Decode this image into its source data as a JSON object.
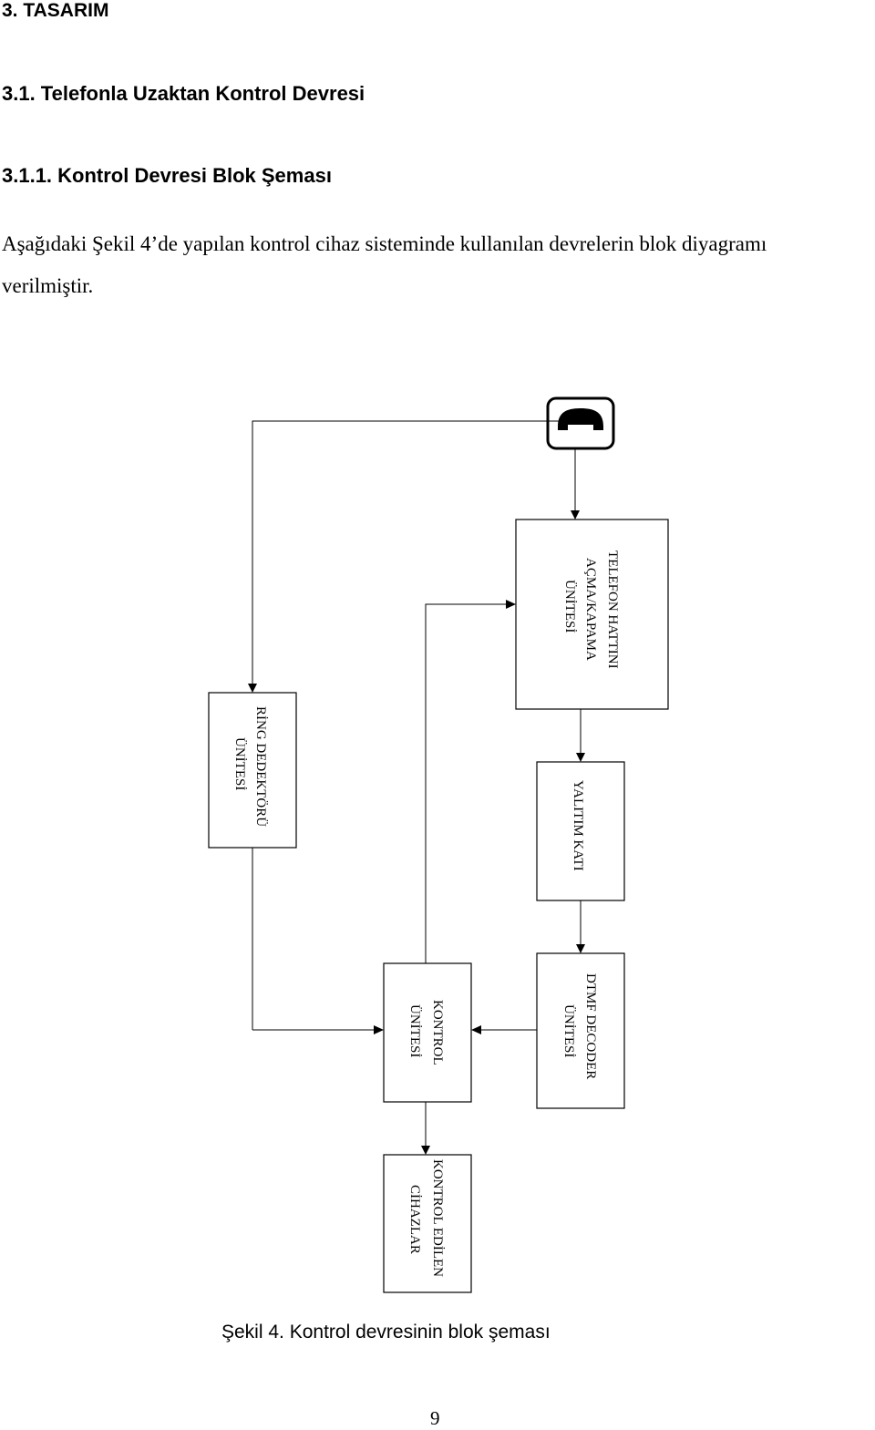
{
  "document": {
    "heading": "3. TASARIM",
    "section": "3.1. Telefonla Uzaktan Kontrol Devresi",
    "subsection": "3.1.1. Kontrol Devresi Blok Şeması",
    "paragraph_line1": "Aşağıdaki Şekil 4’de yapılan kontrol cihaz sisteminde kullanılan devrelerin blok diyagramı",
    "paragraph_line2": "verilmiştir.",
    "caption": "Şekil 4. Kontrol devresinin blok şeması",
    "page_number": "9"
  },
  "diagram": {
    "telefon_hatti": {
      "line1": "TELEFON HATTINI",
      "line2": "AÇMA/KAPAMA",
      "line3": "ÜNİTESİ"
    },
    "ring": {
      "line1": "RİNG DEDEKTÖRÜ",
      "line2": "ÜNİTESİ"
    },
    "yalitim": {
      "line1": "YALITIM KATI"
    },
    "kontrol": {
      "line1": "KONTROL",
      "line2": "ÜNİTESİ"
    },
    "dtmf": {
      "line1": "DTMF DECODER",
      "line2": "ÜNİTESİ"
    },
    "kontrol_edilen": {
      "line1": "KONTROL EDİLEN",
      "line2": "CİHAZLAR"
    },
    "phone_icon": "telephone-handset-icon"
  }
}
